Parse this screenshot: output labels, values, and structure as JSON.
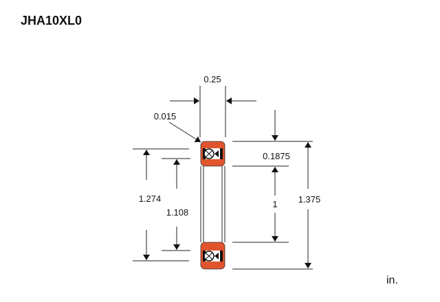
{
  "title": "JHA10XL0",
  "unit": "in.",
  "dimensions": {
    "width": "0.25",
    "corner_radius": "0.015",
    "section_height": "0.1875",
    "bore": "1",
    "outer_diameter": "1.375",
    "outer_land": "1.274",
    "inner_land": "1.108"
  },
  "colors": {
    "ring": "#e0552e",
    "line": "#222222"
  }
}
